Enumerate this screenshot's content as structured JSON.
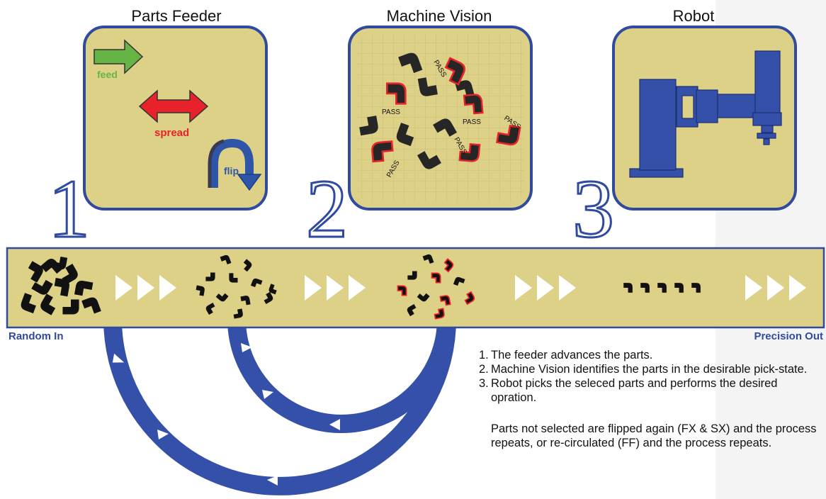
{
  "stages": [
    {
      "title": "Parts Feeder",
      "number": "1"
    },
    {
      "title": "Machine Vision",
      "number": "2"
    },
    {
      "title": "Robot",
      "number": "3"
    }
  ],
  "feeder_actions": {
    "feed": "feed",
    "spread": "spread",
    "flip": "flip"
  },
  "pass_label": "PASS",
  "flow": {
    "start_label": "Random In",
    "end_label": "Precision Out"
  },
  "steps": [
    {
      "num": "1.",
      "text": "The feeder advances the parts."
    },
    {
      "num": "2.",
      "text": "Machine Vision identifies the parts in the desirable pick-state."
    },
    {
      "num": "3.",
      "text": "Robot picks the seleced parts and performs the desired opration."
    }
  ],
  "note": "Parts not selected are flipped again (FX & SX) and the process repeats, or re-circulated (FF) and the process repeats.",
  "colors": {
    "panel_fill": "#ddd187",
    "panel_stroke": "#2f4a9e",
    "feed_arrow": "#67b446",
    "spread_arrow": "#e8222a",
    "flip_arrow": "#2e55a8",
    "part": "#1c1c1c",
    "pass_outline": "#e8222a",
    "robot": "#3450a8",
    "return_loop": "#3450a8"
  },
  "icons": [
    "part-icon",
    "chevron-icon",
    "robot-icon",
    "feed-arrow-icon",
    "spread-arrow-icon",
    "flip-arrow-icon"
  ]
}
